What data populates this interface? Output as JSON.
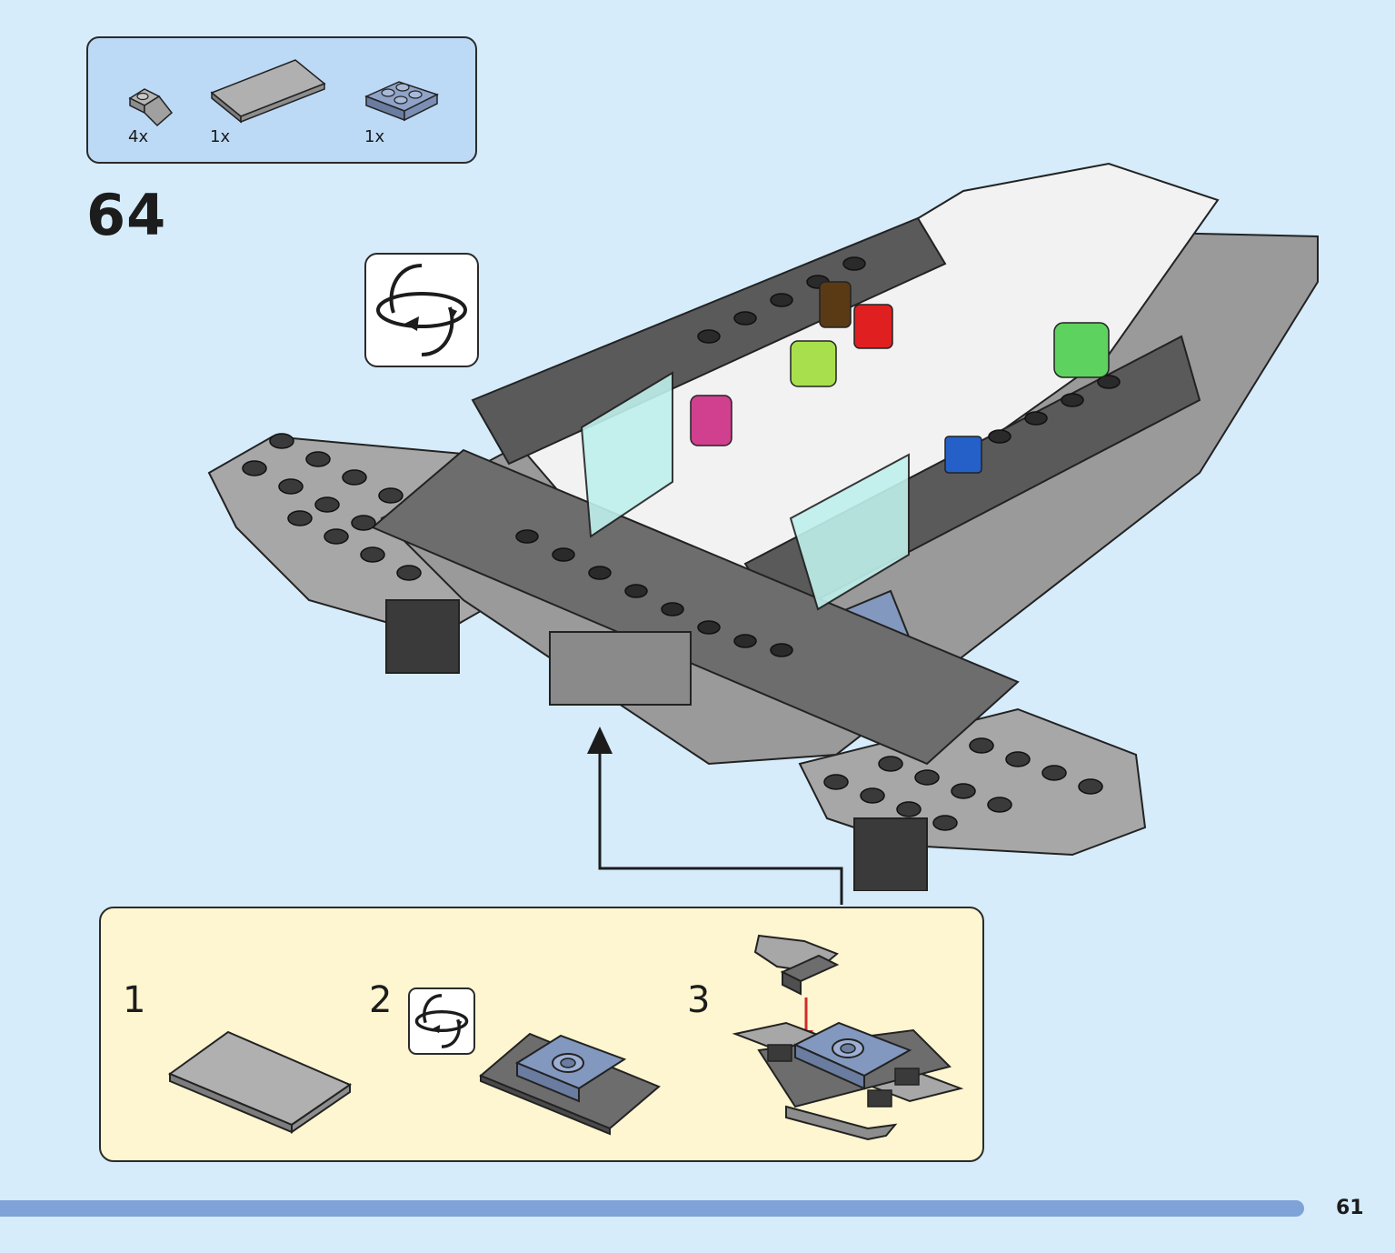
{
  "parts_list": {
    "items": [
      {
        "qty": "4x",
        "part": "slope-plate-grey-icon"
      },
      {
        "qty": "1x",
        "part": "tile-2x4-grey-icon"
      },
      {
        "qty": "1x",
        "part": "plate-2x2-sand-blue-icon"
      }
    ]
  },
  "step": {
    "number": "64"
  },
  "icons": {
    "rotate": "rotate-model-icon"
  },
  "substeps": [
    {
      "number": "1"
    },
    {
      "number": "2"
    },
    {
      "number": "3"
    }
  ],
  "page": {
    "number": "61"
  },
  "colors": {
    "background": "#d6ecfb",
    "parts_box": "#bcdaf6",
    "substep_box": "#fef6d0",
    "progress_bar": "#7fa3d8",
    "brick_dark_grey": "#5a5a5a",
    "brick_light_grey": "#a7a7a7",
    "brick_sand_blue": "#8398be",
    "arrow_red": "#d22b2b"
  }
}
